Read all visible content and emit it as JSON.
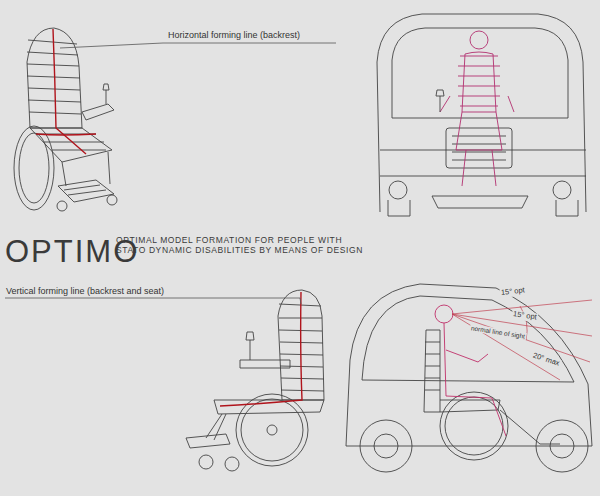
{
  "diagram": {
    "title": "OPTIMO",
    "caption": "OPTIMAL MODEL FORMATION FOR PEOPLE WITH STATO DYNAMIC DISABILITIES BY MEANS OF DESIGN",
    "labels": [
      "Horizontal forming line (backrest)",
      "Vertical forming line (backrest and seat)",
      "15° opt",
      "15° opt",
      "normal line of sight",
      "20° max"
    ]
  }
}
